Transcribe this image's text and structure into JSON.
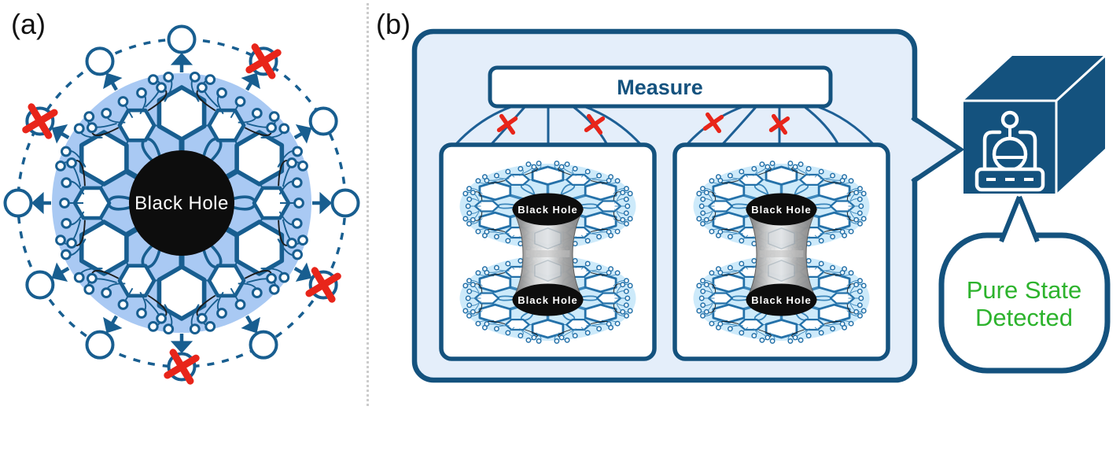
{
  "figure": {
    "panel_a_label": "(a)",
    "panel_b_label": "(b)"
  },
  "panels": {
    "a": {
      "black_hole_label": "Black Hole",
      "outer_qubit_count": 12,
      "erased_qubit_angles_deg": [
        60,
        150,
        270,
        330
      ]
    },
    "b": {
      "measure_label": "Measure",
      "black_hole_label": "Black Hole",
      "system_count": 2,
      "measure_lines_per_system": 5,
      "crossed_measure_lines": {
        "left": [
          2,
          4
        ],
        "right": [
          1,
          3
        ]
      },
      "result_bubble": {
        "line1": "Pure State",
        "line2": "Detected"
      },
      "detector_icon": "measurement-device-icon"
    }
  },
  "colors": {
    "dark_blue": "#14527e",
    "network_blue": "#185e90",
    "disk_blue": "#a9c9f3",
    "panel_fill": "#e4eefa",
    "mini_ellipse_blue": "#cdeafa",
    "mini_line_blue": "#3c87bb",
    "mini_hex_stroke": "#2471a9",
    "tube_gray": "#9a9a9a",
    "erasure_red": "#e8251a",
    "result_green": "#2db32d",
    "black_hole_black": "#0d0d0d"
  }
}
